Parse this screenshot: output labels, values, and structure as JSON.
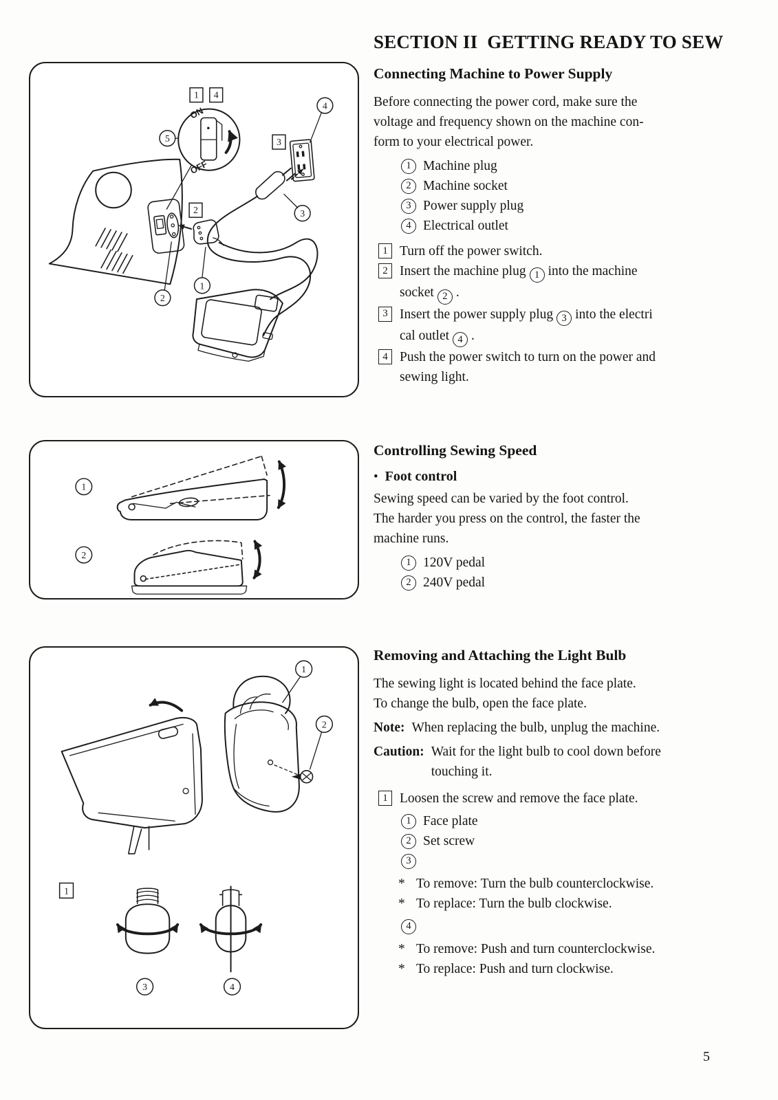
{
  "page_number": "5",
  "sec1": {
    "title": "SECTION II  GETTING READY TO SEW",
    "heading": "Connecting Machine to Power Supply",
    "para": {
      "l1": "Before connecting the power cord, make sure the",
      "l2": "voltage and frequency shown on the machine con-",
      "l3": "form to your electrical power."
    },
    "parts": [
      {
        "n": "1",
        "label": "Machine plug"
      },
      {
        "n": "2",
        "label": "Machine socket"
      },
      {
        "n": "3",
        "label": "Power supply plug"
      },
      {
        "n": "4",
        "label": "Electrical outlet"
      }
    ],
    "steps": {
      "s1": {
        "num": "1",
        "text": "Turn off the power switch."
      },
      "s2": {
        "num": "2",
        "l1a": "Insert the machine plug",
        "c1": "1",
        "l1b": "into the machine",
        "l2a": "socket",
        "c2": "2",
        "l2b": "."
      },
      "s3": {
        "num": "3",
        "l1a": "Insert the power supply plug",
        "c1": "3",
        "l1b": "into the electri",
        "l2a": "cal outlet",
        "c2": "4",
        "l2b": "."
      },
      "s4": {
        "num": "4",
        "l1": "Push the power switch to turn on the power and",
        "l2": "sewing light."
      }
    }
  },
  "sec2": {
    "heading": "Controlling Sewing Speed",
    "bullet": "•",
    "subheading": "Foot control",
    "para": {
      "l1": "Sewing speed can be varied by the foot control.",
      "l2": "The harder you press on the control, the faster the",
      "l3": "machine runs."
    },
    "parts": [
      {
        "n": "1",
        "label": "120V pedal"
      },
      {
        "n": "2",
        "label": "240V pedal"
      }
    ]
  },
  "sec3": {
    "heading": "Removing and Attaching the Light Bulb",
    "para": {
      "l1": "The sewing light is located behind the face plate.",
      "l2": "To change the bulb, open the face plate."
    },
    "note_label": "Note:",
    "note_text": "When replacing the bulb, unplug the machine.",
    "caution_label": "Caution:",
    "caution_l1": "Wait for the light bulb to cool down before",
    "caution_l2": "touching it.",
    "step1": {
      "num": "1",
      "text": "Loosen the screw and remove the face plate."
    },
    "parts": [
      {
        "n": "1",
        "label": "Face plate"
      },
      {
        "n": "2",
        "label": "Set screw"
      }
    ],
    "c3": "3",
    "c4": "4",
    "star": "*",
    "bulb3_lines": {
      "l1": "To remove: Turn the bulb counterclockwise.",
      "l2": "To replace: Turn the bulb clockwise."
    },
    "bulb4_lines": {
      "l1": "To remove: Push and turn counterclockwise.",
      "l2": "To replace: Push and turn clockwise."
    }
  },
  "fig_power": {
    "b1": "1",
    "b4": "4",
    "b3": "3",
    "b2": "2",
    "c1": "1",
    "c2": "2",
    "c3": "3",
    "c4": "4",
    "c5": "5",
    "on": "ON",
    "off": "OFF"
  },
  "fig_pedal": {
    "c1": "1",
    "c2": "2"
  },
  "fig_bulb": {
    "c1": "1",
    "c2": "2",
    "c3": "3",
    "c4": "4",
    "b1": "1"
  }
}
